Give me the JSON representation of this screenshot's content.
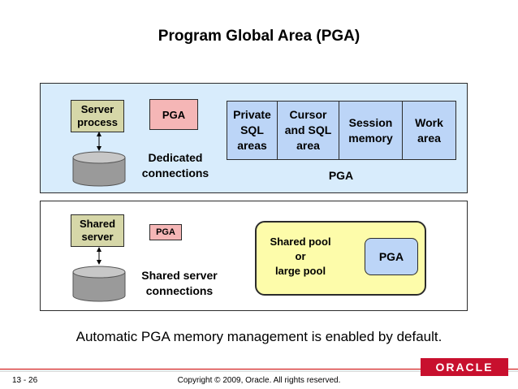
{
  "title": "Program Global Area (PGA)",
  "dedicated": {
    "server_process": [
      "Server",
      "process"
    ],
    "pga_label": "PGA",
    "connection_label": [
      "Dedicated",
      "connections"
    ],
    "pga_parts": [
      {
        "lines": [
          "Private",
          "SQL",
          "areas"
        ]
      },
      {
        "lines": [
          "Cursor",
          "and SQL",
          "area"
        ]
      },
      {
        "lines": [
          "Session",
          "memory"
        ]
      },
      {
        "lines": [
          "Work",
          "area"
        ]
      }
    ],
    "pga_caption": "PGA"
  },
  "shared": {
    "shared_server": [
      "Shared",
      "server"
    ],
    "pga_label": "PGA",
    "connection_label": [
      "Shared server",
      "connections"
    ],
    "pool_label": [
      "Shared pool",
      "or",
      "large pool"
    ],
    "pool_pga": "PGA"
  },
  "note": "Automatic PGA memory management is enabled by default.",
  "footer": {
    "slide_number": "13 - 26",
    "copyright": "Copyright © 2009, Oracle. All rights reserved.",
    "logo_text": "ORACLE"
  },
  "colors": {
    "top_panel": "#d8ecfc",
    "process_box": "#d6d7a8",
    "pga_box": "#f5b6b6",
    "pga_area": "#bcd5f7",
    "pool": "#fdfcaa",
    "oracle_red": "#c8102e"
  }
}
